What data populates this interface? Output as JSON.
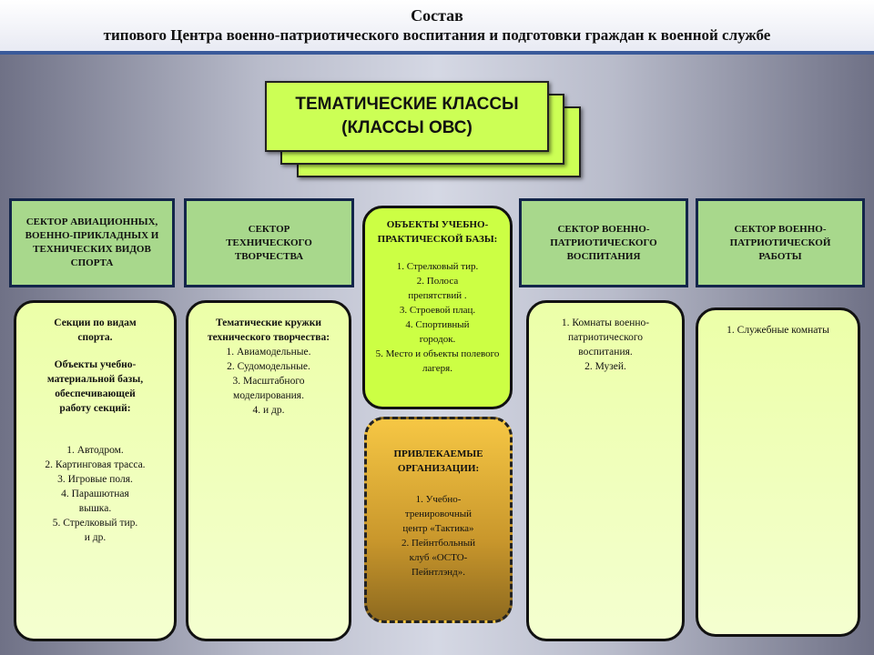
{
  "header": {
    "title": "Состав",
    "subtitle": "типового Центра военно-патриотического воспитания и подготовки граждан к военной службе"
  },
  "main_box": {
    "line1": "ТЕМАТИЧЕСКИЕ КЛАССЫ",
    "line2": "(КЛАССЫ ОВС)"
  },
  "sectors": [
    {
      "title": "СЕКТОР АВИАЦИОННЫХ, ВОЕННО-ПРИКЛАДНЫХ И ТЕХНИЧЕСКИХ ВИДОВ СПОРТА"
    },
    {
      "title": "СЕКТОР ТЕХНИЧЕСКОГО ТВОРЧЕСТВА"
    },
    {
      "title": "СЕКТОР ВОЕННО-ПАТРИОТИЧЕСКОГО ВОСПИТАНИЯ"
    },
    {
      "title": "СЕКТОР ВОЕННО-ПАТРИОТИЧЕСКОЙ РАБОТЫ"
    }
  ],
  "box1": {
    "p1": "Секции по видам спорта.",
    "p2": "Объекты учебно-материальной базы, обеспечивающей работу секций:",
    "items": [
      "1. Автодром.",
      "2. Картинговая трасса.",
      "3. Игровые поля.",
      "4. Парашютная вышка.",
      "5. Стрелковый тир.",
      "и др."
    ]
  },
  "box2": {
    "heading": "Тематические кружки технического творчества:",
    "items": [
      "1. Авиамодельные.",
      "2. Судомодельные.",
      "3. Масштабного моделирования.",
      "4. и др."
    ]
  },
  "box3": {
    "items": [
      "1. Комнаты военно-патриотического воспитания.",
      "2. Музей."
    ]
  },
  "box4": {
    "items": [
      "1. Служебные комнаты"
    ]
  },
  "center": {
    "heading": "ОБЪЕКТЫ УЧЕБНО-ПРАКТИЧЕСКОЙ БАЗЫ:",
    "items": [
      "1. Стрелковый тир.",
      "2. Полоса препятствий .",
      "3. Строевой плац.",
      "4. Спортивный городок.",
      "5. Место и объекты полевого лагеря."
    ]
  },
  "org": {
    "heading": "ПРИВЛЕКАЕМЫЕ ОРГАНИЗАЦИИ:",
    "items": [
      "1. Учебно-тренировочный центр «Тактика»",
      "2. Пейнтбольный клуб «ОСТО-Пейнтлэнд»."
    ]
  }
}
